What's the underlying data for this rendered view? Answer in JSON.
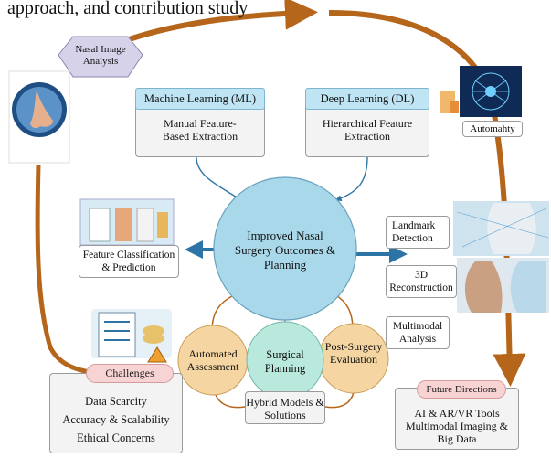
{
  "top_text": "approach, and contribution study",
  "nodes": {
    "nasal_image_analysis": "Nasal Image Analysis",
    "ml_title": "Machine Learning (ML)",
    "ml_desc": "Manual Feature-Based Extraction",
    "dl_title": "Deep Learning (DL)",
    "dl_desc": "Hierarchical Feature Extraction",
    "automation": "Automahty",
    "feature_classification": "Feature Classification & Prediction",
    "center": "Improved Nasal Surgery Outcomes & Planning",
    "landmark": "Landmark Detection",
    "reconstruction": "3D Reconstruction",
    "multimodal": "Multimodal Analysis",
    "automated_assessment": "Automated Assessment",
    "surgical_planning": "Surgical Planning",
    "post_surgery": "Post-Surgery Evaluation",
    "hybrid": "Hybrid Models & Solutions",
    "challenges_title": "Challenges",
    "challenges_items": [
      "Data Scarcity",
      "Accuracy & Scalability",
      "Ethical Concerns"
    ],
    "future_title": "Future Directions",
    "future_items": [
      "AI & AR/VR Tools",
      "Multimodal Imaging &",
      "Big Data"
    ]
  },
  "colors": {
    "orange_arrow": "#b5661b",
    "blue_arrow": "#2c74a6",
    "center_fill": "#a9d8ea",
    "small_circle_fill": "#f5d6a2",
    "planning_circle_fill": "#b9e8dc",
    "header_fill": "#bfe4f3",
    "pill_fill": "#f8d3d3",
    "hexagon_fill": "#d5d2ea"
  }
}
